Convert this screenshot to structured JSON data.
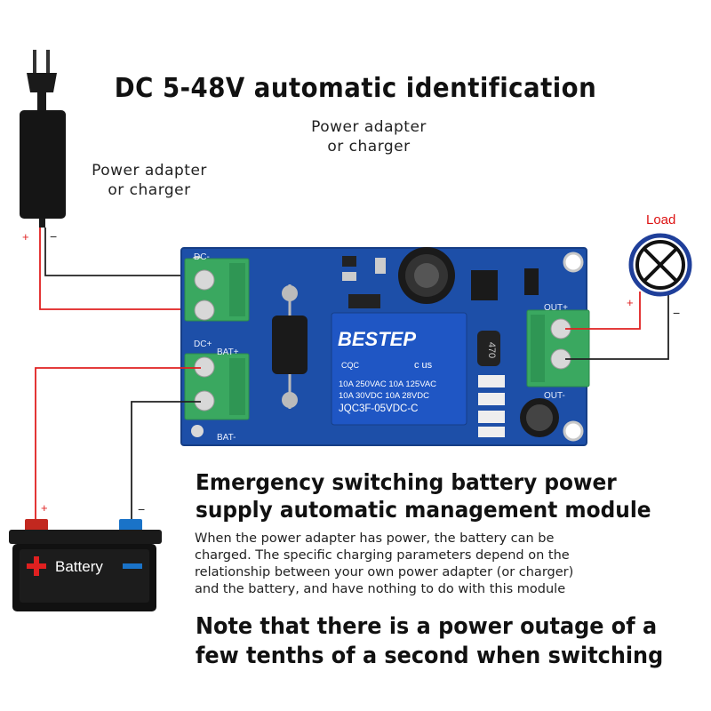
{
  "title": "DC 5-48V automatic identification",
  "captions": {
    "adapter_left_line1": "Power adapter",
    "adapter_left_line2": "or charger",
    "adapter_center_line1": "Power adapter",
    "adapter_center_line2": "or charger"
  },
  "load": {
    "label": "Load",
    "plus": "+",
    "minus": "−"
  },
  "adapter_polarity": {
    "plus": "+",
    "minus": "−"
  },
  "battery": {
    "label": "Battery",
    "plus": "+",
    "minus": "−"
  },
  "board": {
    "brand": "BESTEP",
    "relay_line1": "10A 250VAC 10A 125VAC",
    "relay_line2": "10A 30VDC 10A 28VDC",
    "relay_model": "JQC3F-05VDC-C",
    "relay_cert": "CQC",
    "relay_cert2": "c us",
    "inductor": "470",
    "terminals": {
      "dc_minus": "DC-",
      "dc_plus": "DC+",
      "bat_plus": "BAT+",
      "bat_minus": "BAT-",
      "out_plus": "OUT+",
      "out_minus": "OUT-"
    }
  },
  "heading_lines": [
    "Emergency switching battery power",
    "supply automatic management module"
  ],
  "description_lines": [
    "When the power adapter has power, the battery can be",
    "charged. The specific charging parameters depend on the",
    "relationship between your own power adapter (or charger)",
    "and the battery, and have nothing to do with this module"
  ],
  "note_lines": [
    "Note that there is a power outage of a",
    "few tenths of a second when switching"
  ],
  "colors": {
    "board": "#1d4fa8",
    "terminal": "#3aa860",
    "relay": "#1f56c4",
    "wire_red": "#e02020",
    "wire_black": "#222222",
    "load_ring": "#1f3f9a"
  }
}
